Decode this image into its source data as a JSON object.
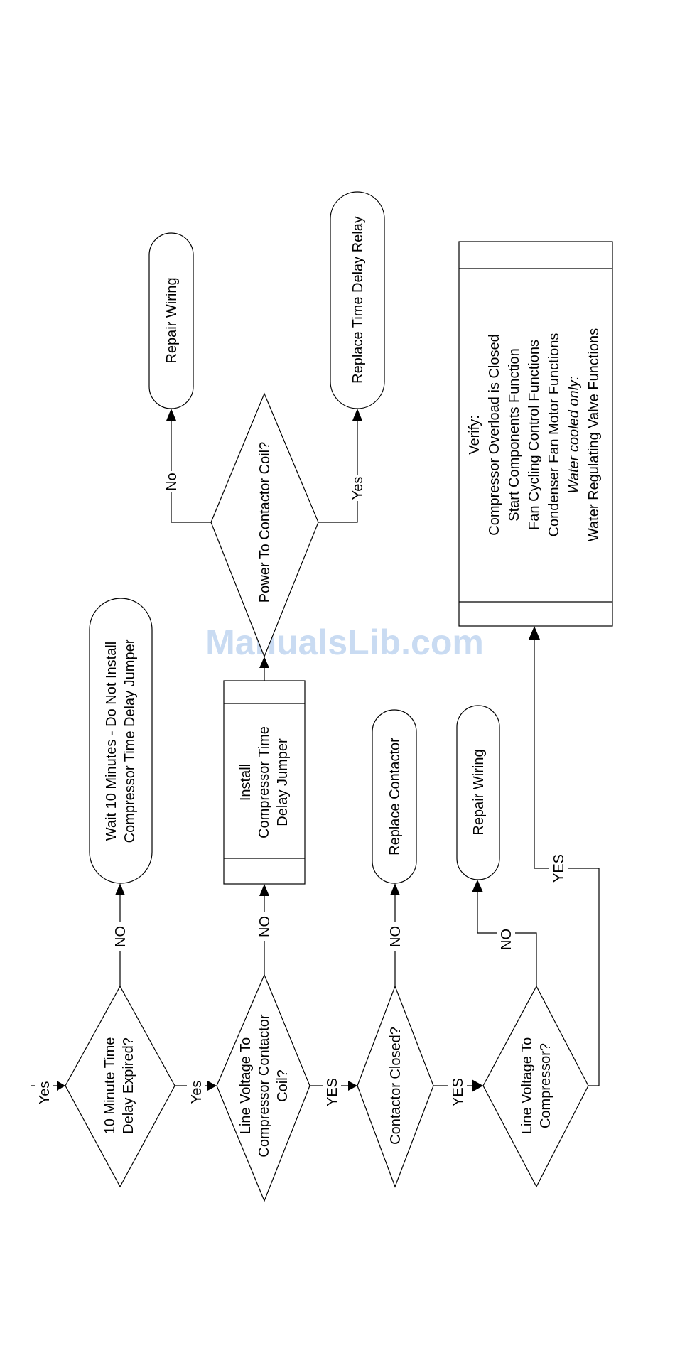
{
  "watermark": "ManualsLib.com",
  "nodes": {
    "d_delay": [
      "10 Minute Time",
      "Delay Expired?"
    ],
    "t_wait": [
      "Wait 10 Minutes - Do Not Install",
      "Compressor Time Delay Jumper"
    ],
    "d_linecoil": [
      "Line Voltage To",
      "Compressor Contactor",
      "Coil?"
    ],
    "p_jumper": [
      "Install",
      "Compressor Time",
      "Delay Jumper"
    ],
    "d_power": [
      "Power To Contactor Coil?"
    ],
    "t_repair1": [
      "Repair Wiring"
    ],
    "t_relay": [
      "Replace Time Delay Relay"
    ],
    "d_closed": [
      "Contactor Closed?"
    ],
    "t_contactor": [
      "Replace Contactor"
    ],
    "d_comp": [
      "Line Voltage To",
      "Compressor?"
    ],
    "t_repair2": [
      "Repair Wiring"
    ],
    "p_verify": [
      "Verify:",
      "Compressor Overload is Closed",
      "Start Components Function",
      "Fan Cycling Control Functions",
      "Condenser Fan Motor Functions",
      "Water cooled only:",
      "Water Regulating Valve Functions"
    ]
  },
  "edges": {
    "entry": "Yes",
    "delay_no": "NO",
    "delay_yes": "Yes",
    "linecoil_no": "NO",
    "linecoil_yes": "YES",
    "power_no": "No",
    "power_yes": "Yes",
    "closed_no": "NO",
    "closed_yes": "YES",
    "comp_no": "NO",
    "comp_yes": "YES"
  }
}
